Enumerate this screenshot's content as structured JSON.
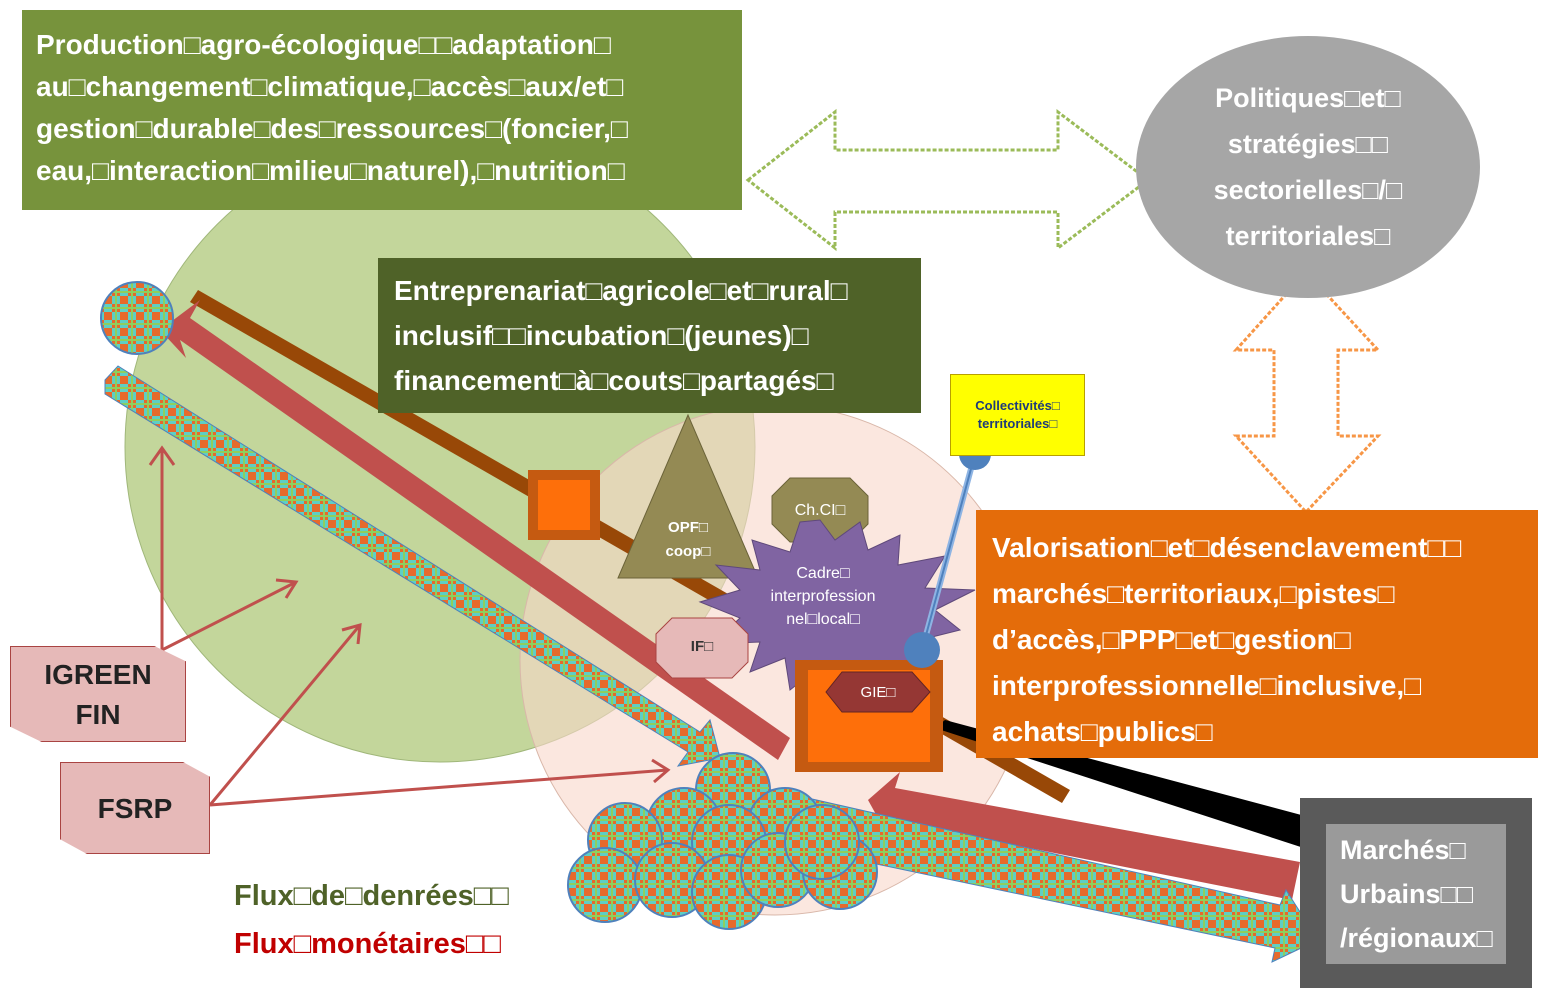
{
  "boxes": {
    "production": [
      "Production□agro-écologique□□adaptation□",
      "au□changement□climatique,□accès□aux/et□",
      "gestion□durable□des□ressources□(foncier,□",
      "eau,□interaction□milieu□naturel),□nutrition□"
    ],
    "entreprenariat": [
      "Entreprenariat□agricole□et□rural□",
      "inclusif□□incubation□(jeunes)□",
      "financement□à□couts□partagés□"
    ],
    "valorisation": [
      "Valorisation□et□désenclavement□□",
      "marchés□territoriaux,□pistes□",
      "d’accès,□PPP□et□gestion□",
      "interprofessionnelle□inclusive,□",
      "achats□publics□"
    ],
    "politiques": [
      "Politiques□et□",
      "stratégies□□",
      "sectorielles□/□",
      "territoriales□"
    ],
    "collectivites": [
      "Collectivités□",
      "territoriales□"
    ],
    "marches": [
      "Marchés□",
      "Urbains□□",
      "/régionaux□"
    ]
  },
  "actors": {
    "opf": [
      "OPF□",
      "coop□"
    ],
    "chci": "Ch.CI□",
    "cadre": [
      "Cadre□",
      "interprofession",
      "nel□local□"
    ],
    "if": "IF□",
    "gie": "GIE□"
  },
  "programs": {
    "igreen": [
      "IGREEN",
      "FIN"
    ],
    "fsrp": "FSRP"
  },
  "legend": {
    "flux_denrees": "Flux□de□denrées□□",
    "flux_monetaires": "Flux□monétaires□□"
  },
  "colors": {
    "green": "#77933c",
    "dark_green": "#4f6228",
    "orange": "#e46c0a",
    "grey": "#a6a6a6",
    "brown": "#984807",
    "red_flow": "#c0504d",
    "olive": "#948a54",
    "purple": "#8064a2",
    "yellow": "#ffff00",
    "pink": "#e6b9b8"
  }
}
